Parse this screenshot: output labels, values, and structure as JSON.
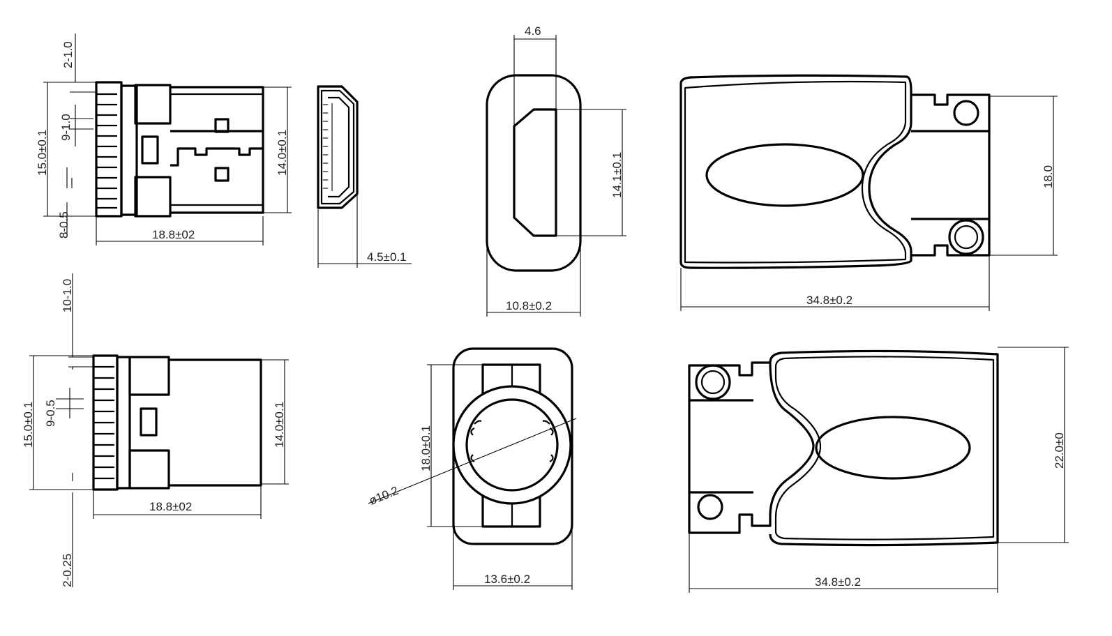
{
  "dimensions": {
    "v1_top_gap": "2-1.0",
    "v1_pitch": "9-1.0",
    "v1_height": "15.0±0.1",
    "v1_bottom_gap": "8-0.5",
    "v1_length": "18.8±02",
    "v1_right_height": "14.0±0.1",
    "side_thickness": "4.5±0.1",
    "front_slot_width": "4.6",
    "front_slot_height": "14.1±0.1",
    "front_width": "10.8±0.2",
    "top_height": "18.0",
    "top_length": "34.8±0.2",
    "v2_top_gap": "10-1.0",
    "v2_height": "15.0±0.1",
    "v2_pitch": "9-0.5",
    "v2_right_height": "14.0±0.1",
    "v2_length": "18.8±02",
    "v2_bottom_gap": "2-0.25",
    "rear_height": "18.0±0.1",
    "rear_diameter": "ø10.2",
    "rear_width": "13.6±0.2",
    "bottom_height": "22.0±0",
    "bottom_length": "34.8±0.2"
  }
}
